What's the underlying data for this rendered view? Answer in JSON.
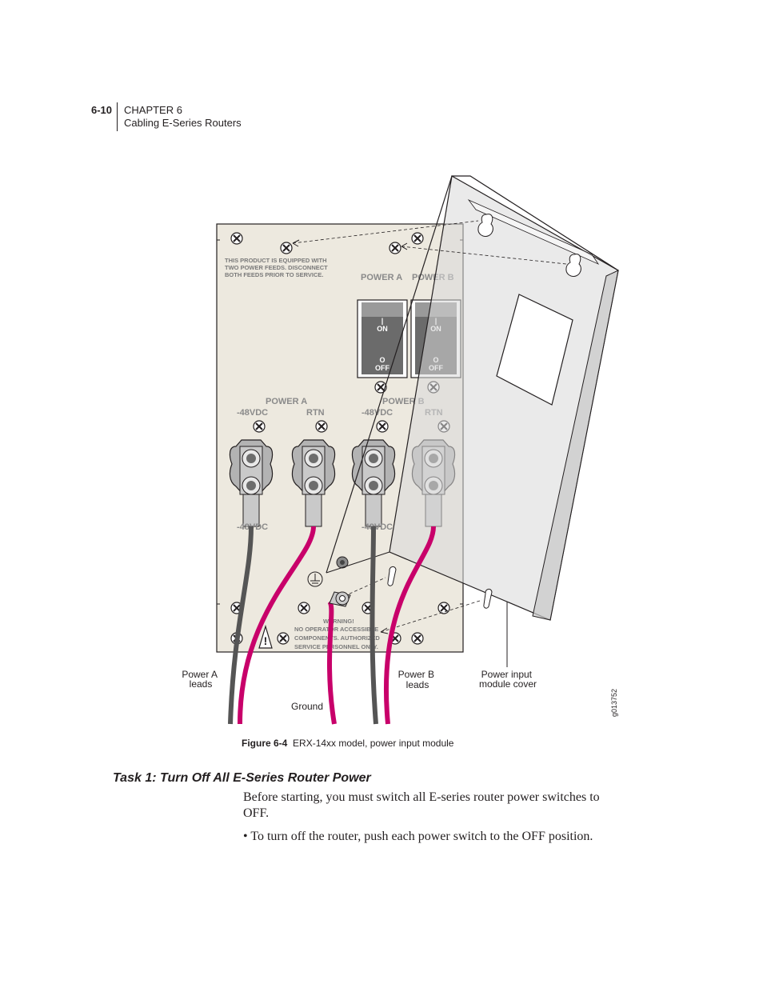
{
  "header": {
    "page_number": "6-10",
    "chapter": "CHAPTER 6",
    "chapter_title": "Cabling E-Series Routers"
  },
  "figure": {
    "warning_top": [
      "THIS PRODUCT IS EQUIPPED WITH",
      "TWO POWER FEEDS.  DISCONNECT",
      "BOTH FEEDS PRIOR TO SERVICE."
    ],
    "switch_a_label": "POWER A",
    "switch_b_label": "POWER B",
    "on_mark": "|",
    "on_label": "ON",
    "off_mark": "O",
    "off_label": "OFF",
    "feed_a_label": "POWER A",
    "feed_b_label": "POWER B",
    "neg48": "-48VDC",
    "rtn": "RTN",
    "neg48_lower": "-48VDC",
    "warning_bottom": [
      "WARNING!",
      "NO OPERATOR ACCESSIBLE",
      "COMPONENTS. AUTHORIZED",
      "SERVICE PERSONNEL ONLY."
    ],
    "callout_power_a": [
      "Power A",
      "leads"
    ],
    "callout_ground": "Ground",
    "callout_power_b": [
      "Power B",
      "leads"
    ],
    "callout_cover": [
      "Power input",
      "module cover"
    ],
    "figure_id": "g013752",
    "colors": {
      "panel": "#ede9df",
      "cover": "#e6e6e6",
      "red_lead": "#c8006a",
      "black_lead": "#555555"
    }
  },
  "caption": {
    "label": "Figure 6-4",
    "text": "ERX-14xx model, power input module"
  },
  "task": {
    "heading": "Task 1: Turn Off All E-Series Router Power"
  },
  "body": {
    "paragraph": "Before starting, you must switch all E-series router power switches to OFF.",
    "bullet": "•  To turn off the router, push each power switch to the OFF position."
  }
}
